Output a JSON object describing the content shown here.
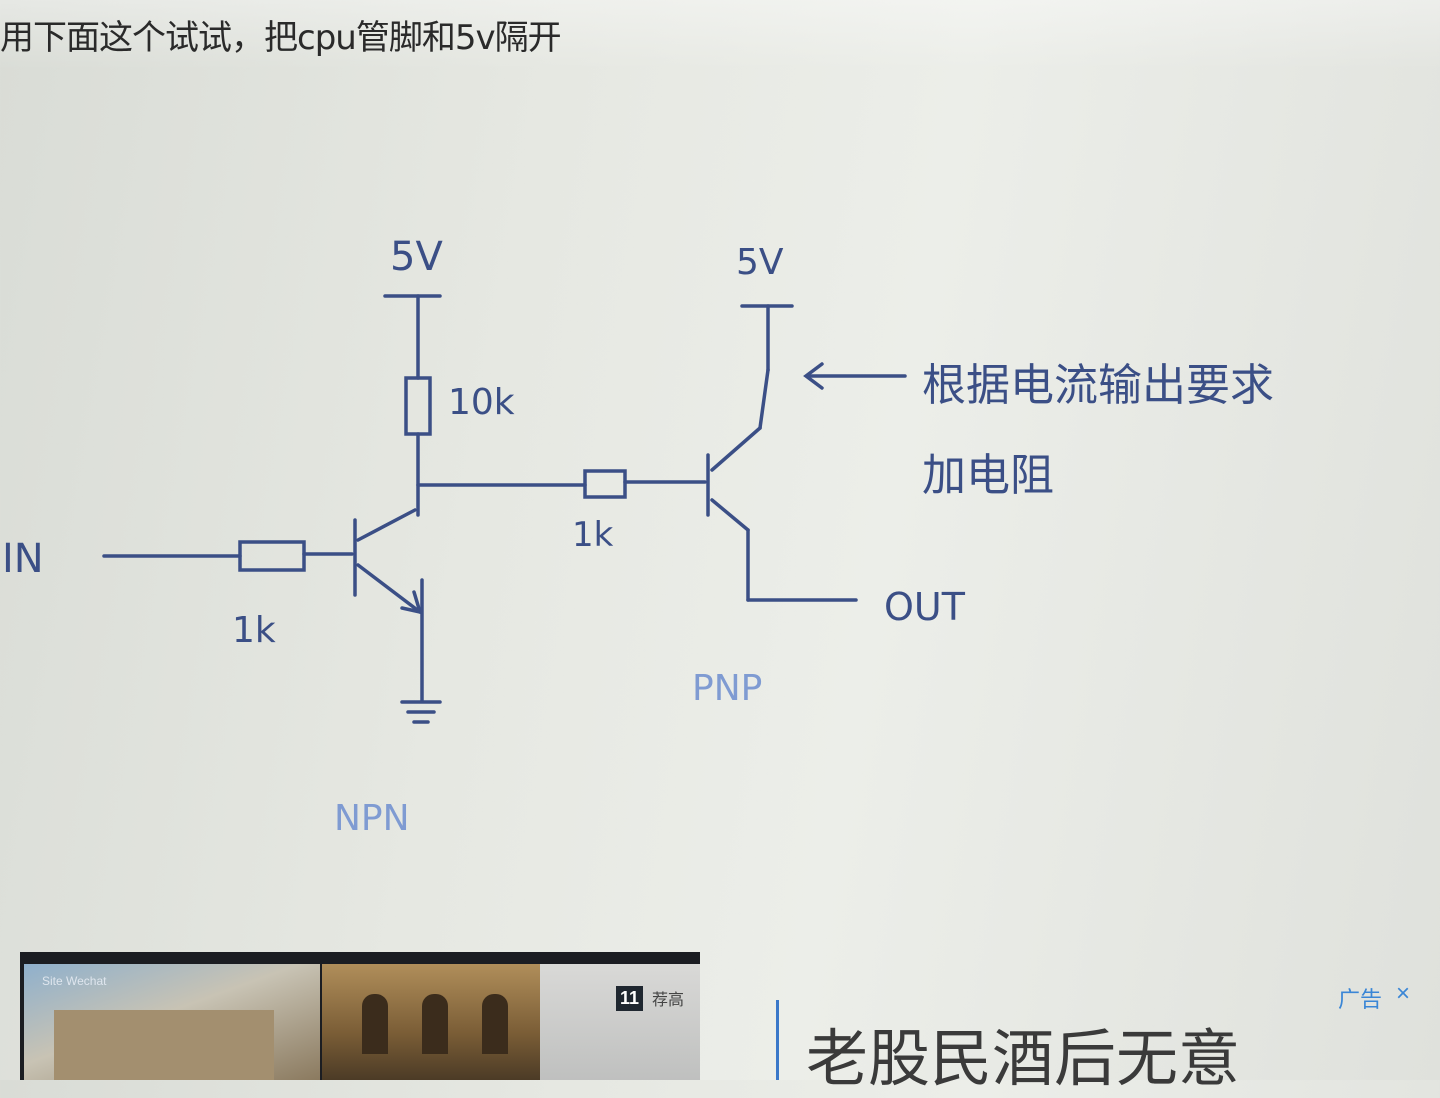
{
  "post": {
    "text": "用下面这个试试，把cpu管脚和5v隔开"
  },
  "sketch": {
    "left_supply": "5V",
    "right_supply": "5V",
    "r_pullup": "10k",
    "r_base_in": "1k",
    "r_base_pnp": "1k",
    "input_label": "IN",
    "output_label": "OUT",
    "npn_label": "NPN",
    "pnp_label": "PNP",
    "note_line1": "根据电流输出要求",
    "note_line2": "加电阻"
  },
  "ad": {
    "badge": "11",
    "badge_text": "荐高",
    "headline": "老股民酒后无意",
    "label": "广告",
    "close": "×",
    "image_tag": "Site Wechat"
  }
}
